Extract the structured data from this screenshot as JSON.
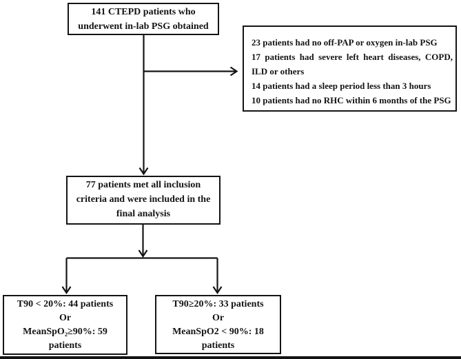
{
  "figure": {
    "boxes": {
      "enrolled": {
        "lines": [
          "141 CTEPD patients who",
          "underwent in-lab PSG obtained"
        ]
      },
      "excluded": {
        "lines": [
          "23 patients had no off-PAP or oxygen in-lab PSG",
          "17 patients had severe left heart diseases, COPD,",
          "ILD or others",
          "14 patients had a sleep period less than 3 hours",
          "10 patients had no RHC within 6 months of the PSG"
        ]
      },
      "included": {
        "lines": [
          "77 patients met all inclusion",
          "criteria and were included in the",
          "final analysis"
        ]
      },
      "outcome_left": {
        "lines": [
          "T90 < 20%: 44 patients",
          "Or",
          "MeanSpO₂≥90%: 59",
          "patients"
        ]
      },
      "outcome_right": {
        "lines": [
          "T90≥20%: 33 patients",
          "Or",
          "MeanSpO2 < 90%: 18",
          "patients"
        ]
      }
    },
    "colors": {
      "line": "#141414",
      "text": "#141414",
      "background": "#ffffff"
    }
  }
}
